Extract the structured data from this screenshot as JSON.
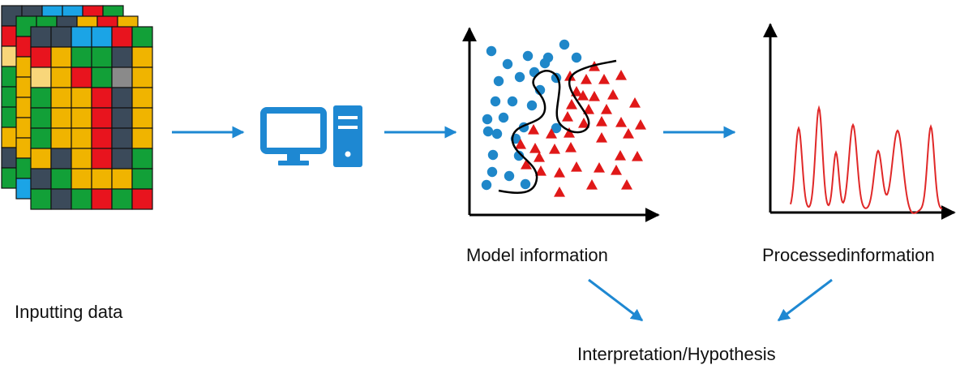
{
  "labels": {
    "input": "Inputting data",
    "model": "Model information",
    "processed": "Processedinformation",
    "interpretation": "Interpretation/Hypothesis"
  },
  "colors": {
    "arrow": "#1e88d2",
    "computer": "#1e88d2",
    "dot": "#1f87c9",
    "triangle": "#e01818",
    "boundary": "#000000",
    "signal": "#e02828",
    "grid_red": "#e8141e",
    "grid_green": "#12a038",
    "grid_yellow": "#f0b400",
    "grid_dark": "#3b4a5a",
    "grid_cyan": "#1ba4e6",
    "grid_lightyellow": "#f8d67a",
    "grid_gray": "#8a8a8a"
  },
  "input_grid": {
    "front_layer": [
      [
        "dark",
        "dark",
        "cyan",
        "cyan",
        "red",
        "green"
      ],
      [
        "red",
        "yellow",
        "green",
        "green",
        "dark",
        "yellow"
      ],
      [
        "lightyellow",
        "yellow",
        "red",
        "green",
        "gray",
        "yellow"
      ],
      [
        "green",
        "yellow",
        "yellow",
        "red",
        "dark",
        "yellow"
      ],
      [
        "green",
        "yellow",
        "yellow",
        "red",
        "dark",
        "yellow"
      ],
      [
        "green",
        "yellow",
        "yellow",
        "red",
        "dark",
        "yellow"
      ],
      [
        "yellow",
        "dark",
        "yellow",
        "red",
        "dark",
        "green"
      ],
      [
        "dark",
        "green",
        "yellow",
        "yellow",
        "yellow",
        "green"
      ],
      [
        "green",
        "dark",
        "green",
        "red",
        "green",
        "red"
      ]
    ]
  },
  "scatter": {
    "icon": "scatter-classification-icon",
    "classes": [
      "circle",
      "triangle"
    ]
  },
  "signal": {
    "icon": "signal-peaks-icon"
  },
  "icons": [
    "computer-icon",
    "arrow-right-icon",
    "arrow-diagonal-icon"
  ]
}
